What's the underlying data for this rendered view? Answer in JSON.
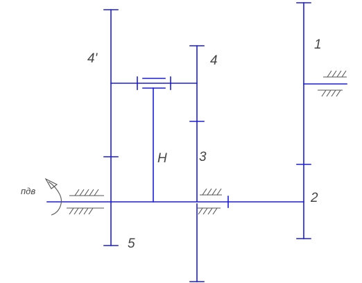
{
  "diagram": {
    "colors": {
      "links": "#1a1adb",
      "supports": "#555555",
      "labels": "#444444"
    },
    "labels": {
      "gear_1": "1",
      "gear_2": "2",
      "gear_3": "3",
      "gear_4": "4",
      "gear_4prime": "4'",
      "gear_5": "5",
      "carrier": "H",
      "drive": "пдв"
    }
  }
}
